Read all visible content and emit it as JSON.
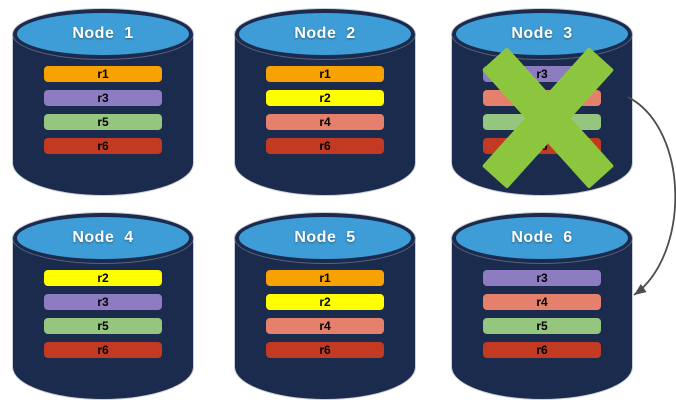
{
  "colors": {
    "theme": {
      "bg": "#FFFFFF",
      "body": "#1B2B4D",
      "top": "#3E9DD6",
      "title": "#FFFFFF",
      "rowtext": "#000000",
      "cross": "#8CC63E",
      "arrow": "#4D4D4D"
    },
    "rows": {
      "r1": "#F8A102",
      "r2": "#FFFF00",
      "r3": "#8E7CC3",
      "r4": "#E5806C",
      "r5": "#95C67F",
      "r6": "#C23A22"
    }
  },
  "nodes": [
    {
      "label": "Node  1",
      "failed": false,
      "rows": [
        "r1",
        "r3",
        "r5",
        "r6"
      ]
    },
    {
      "label": "Node  2",
      "failed": false,
      "rows": [
        "r1",
        "r2",
        "r4",
        "r6"
      ]
    },
    {
      "label": "Node  3",
      "failed": true,
      "rows": [
        "r3",
        "r4",
        "r5",
        "r6"
      ]
    },
    {
      "label": "Node  4",
      "failed": false,
      "rows": [
        "r2",
        "r3",
        "r5",
        "r6"
      ]
    },
    {
      "label": "Node  5",
      "failed": false,
      "rows": [
        "r1",
        "r2",
        "r4",
        "r6"
      ]
    },
    {
      "label": "Node  6",
      "failed": false,
      "rows": [
        "r3",
        "r4",
        "r5",
        "r6"
      ]
    }
  ],
  "arrow": {
    "from": "Node 3",
    "to": "Node 6"
  }
}
